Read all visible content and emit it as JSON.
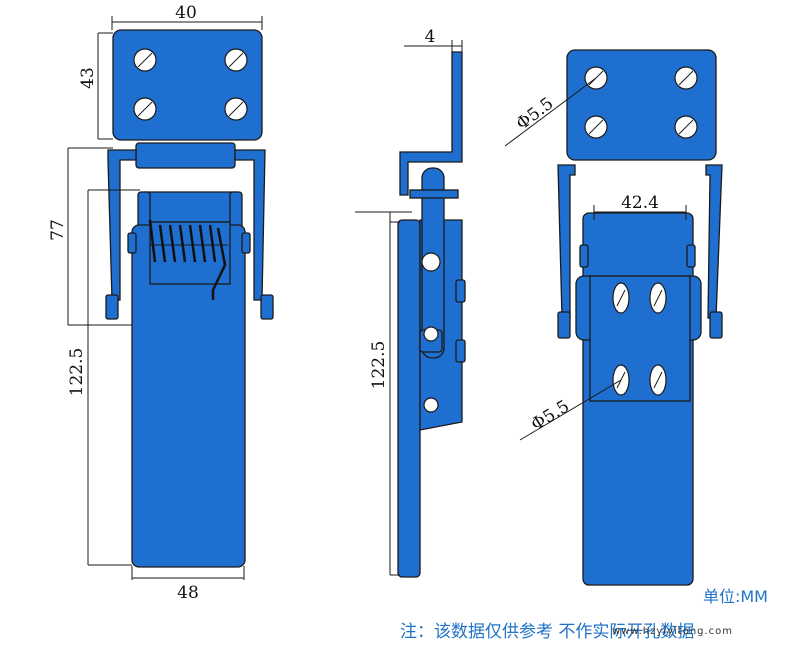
{
  "dimensions": {
    "front_top_width": "40",
    "front_top_height": "43",
    "front_middle_height": "77",
    "front_lower_height": "122.5",
    "front_bottom_width": "48",
    "side_thickness": "4",
    "side_lower_height": "122.5",
    "right_top_hole": "Φ5.5",
    "right_width": "42.4",
    "right_lower_hole": "Φ5.5"
  },
  "unit_label": "单位:MM",
  "note": "注：该数据仅供参考 不作实际开孔数据",
  "watermark": "www.hzyiyitong.com",
  "colors": {
    "part_fill": "#1f6fd0",
    "outline": "#1a1a1a",
    "text_accent": "#1f73c8"
  }
}
